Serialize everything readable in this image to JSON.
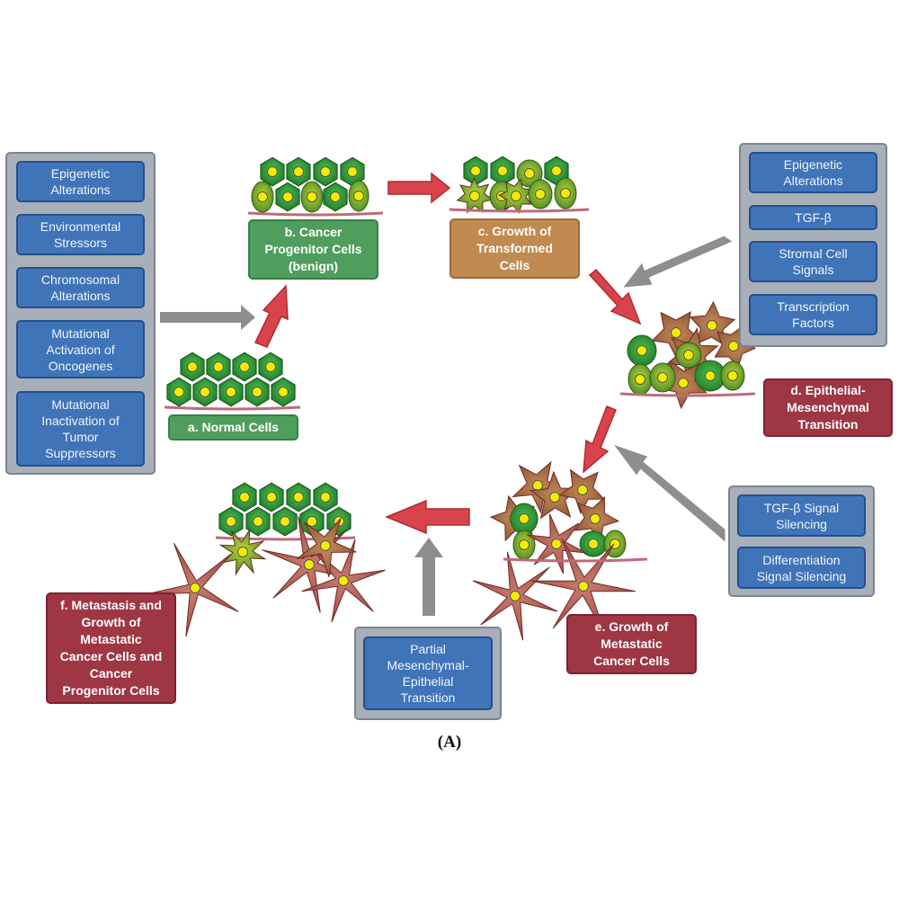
{
  "left_panel": {
    "items": [
      {
        "label": "Epigenetic\nAlterations"
      },
      {
        "label": "Environmental\nStressors"
      },
      {
        "label": "Chromosomal\nAlterations"
      },
      {
        "label": "Mutational\nActivation of\nOncogenes"
      },
      {
        "label": "Mutational\nInactivation of\nTumor\nSuppressors"
      }
    ]
  },
  "right_top_panel": {
    "items": [
      {
        "label": "Epigenetic\nAlterations"
      },
      {
        "label": "TGF-β"
      },
      {
        "label": "Stromal Cell\nSignals"
      },
      {
        "label": "Transcription\nFactors"
      }
    ]
  },
  "right_bottom_panel": {
    "items": [
      {
        "label": "TGF-β Signal\nSilencing"
      },
      {
        "label": "Differentiation\nSignal Silencing"
      }
    ]
  },
  "bottom_panel": {
    "items": [
      {
        "label": "Partial\nMesenchymal-\nEpithelial\nTransition"
      }
    ]
  },
  "stages": {
    "a": {
      "label": "a. Normal Cells"
    },
    "b": {
      "label": "b. Cancer\nProgenitor Cells\n(benign)"
    },
    "c": {
      "label": "c. Growth of\nTransformed\nCells"
    },
    "d": {
      "label": "d. Epithelial-\nMesenchymal\nTransition"
    },
    "e": {
      "label": "e. Growth of\nMetastatic\nCancer Cells"
    },
    "f": {
      "label": "f. Metastasis and\nGrowth of\nMetastatic\nCancer Cells and\nCancer\nProgenitor Cells"
    }
  },
  "colors": {
    "factor_box": "#3f74b8",
    "panel": "#a9afb8",
    "stage_green": "#4f9e5e",
    "stage_brown": "#c08a50",
    "stage_red": "#9e3643",
    "progression_arrow": "#d9444c",
    "influence_arrow": "#8e8e8e",
    "cell_green": "#2f9a3a",
    "cell_nucleus": "#f4ec00",
    "mesenchymal_cell": "#b8645a"
  },
  "caption": "(A)"
}
